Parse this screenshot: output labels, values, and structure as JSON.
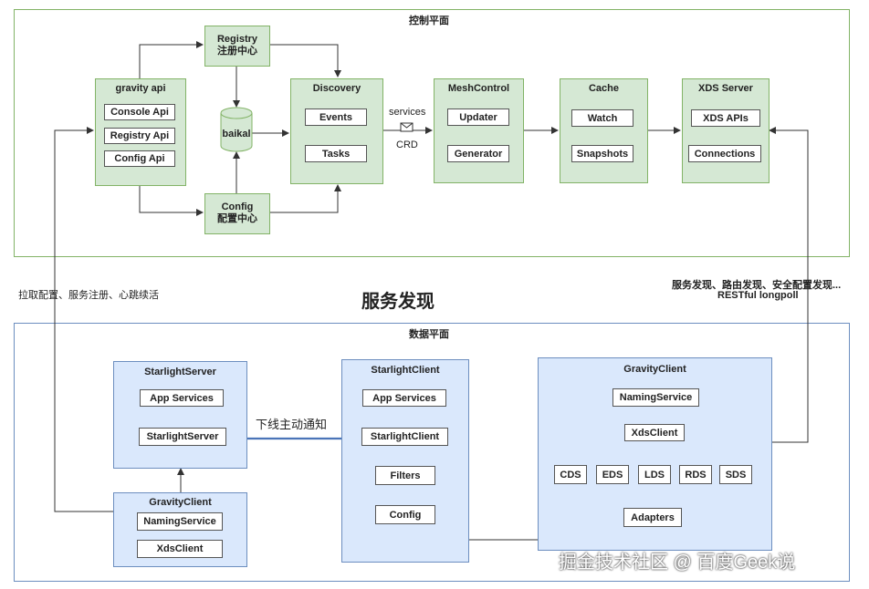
{
  "control_plane": {
    "title": "控制平面",
    "gravity_api": {
      "title": "gravity api",
      "items": [
        "Console Api",
        "Registry Api",
        "Config Api"
      ]
    },
    "registry": {
      "title": "Registry",
      "subtitle": "注册中心"
    },
    "config": {
      "title": "Config",
      "subtitle": "配置中心"
    },
    "baikal": "baikal",
    "discovery": {
      "title": "Discovery",
      "items": [
        "Events",
        "Tasks"
      ]
    },
    "services_label": "services",
    "crd_label": "CRD",
    "mesh_control": {
      "title": "MeshControl",
      "items": [
        "Updater",
        "Generator"
      ]
    },
    "cache": {
      "title": "Cache",
      "items": [
        "Watch",
        "Snapshots"
      ]
    },
    "xds_server": {
      "title": "XDS Server",
      "items": [
        "XDS APIs",
        "Connections"
      ]
    }
  },
  "left_note": "拉取配置、服务注册、心跳续活",
  "center_title": "服务发现",
  "right_note_line1": "服务发现、路由发现、安全配置发现...",
  "right_note_line2": "RESTful longpoll",
  "data_plane": {
    "title": "数据平面",
    "starlight_server": {
      "title": "StarlightServer",
      "items": [
        "App Services",
        "StarlightServer"
      ]
    },
    "gravity_client_left": {
      "title": "GravityClient",
      "items": [
        "NamingService",
        "XdsClient"
      ]
    },
    "offline_notice": "下线主动通知",
    "starlight_client": {
      "title": "StarlightClient",
      "items": [
        "App Services",
        "StarlightClient",
        "Filters",
        "Config"
      ]
    },
    "gravity_client_right": {
      "title": "GravityClient",
      "naming": "NamingService",
      "xds": "XdsClient",
      "discovery": [
        "CDS",
        "EDS",
        "LDS",
        "RDS",
        "SDS"
      ],
      "adapters": "Adapters"
    }
  },
  "watermark": "掘金技术社区 @ 百度Geek说"
}
